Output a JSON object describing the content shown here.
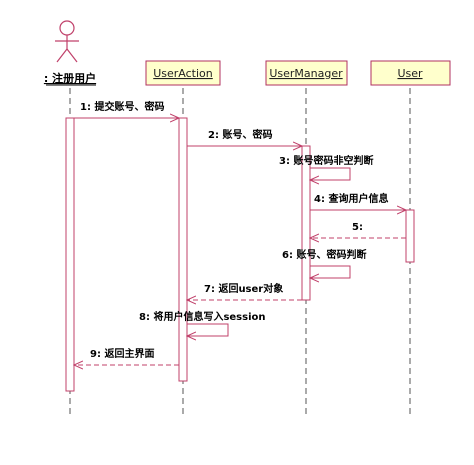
{
  "actor": {
    "name": ": 注册用户"
  },
  "objects": [
    {
      "id": "user_action",
      "name": "UserAction"
    },
    {
      "id": "user_manager",
      "name": "UserManager"
    },
    {
      "id": "user",
      "name": "User"
    }
  ],
  "messages": [
    {
      "label": "1: 提交账号、密码"
    },
    {
      "label": "2: 账号、密码"
    },
    {
      "label": "3: 账号密码非空判断"
    },
    {
      "label": "4: 查询用户信息"
    },
    {
      "label": "5:"
    },
    {
      "label": "6: 账号、密码判断"
    },
    {
      "label": "7: 返回user对象"
    },
    {
      "label": "8: 将用户信息写入session"
    },
    {
      "label": "9: 返回主界面"
    }
  ],
  "colors": {
    "object_fill": "#ffffcc",
    "object_border": "#b03060",
    "object_text": "#1f1f1f",
    "line": "#c0406a",
    "lifeline": "#555555"
  }
}
